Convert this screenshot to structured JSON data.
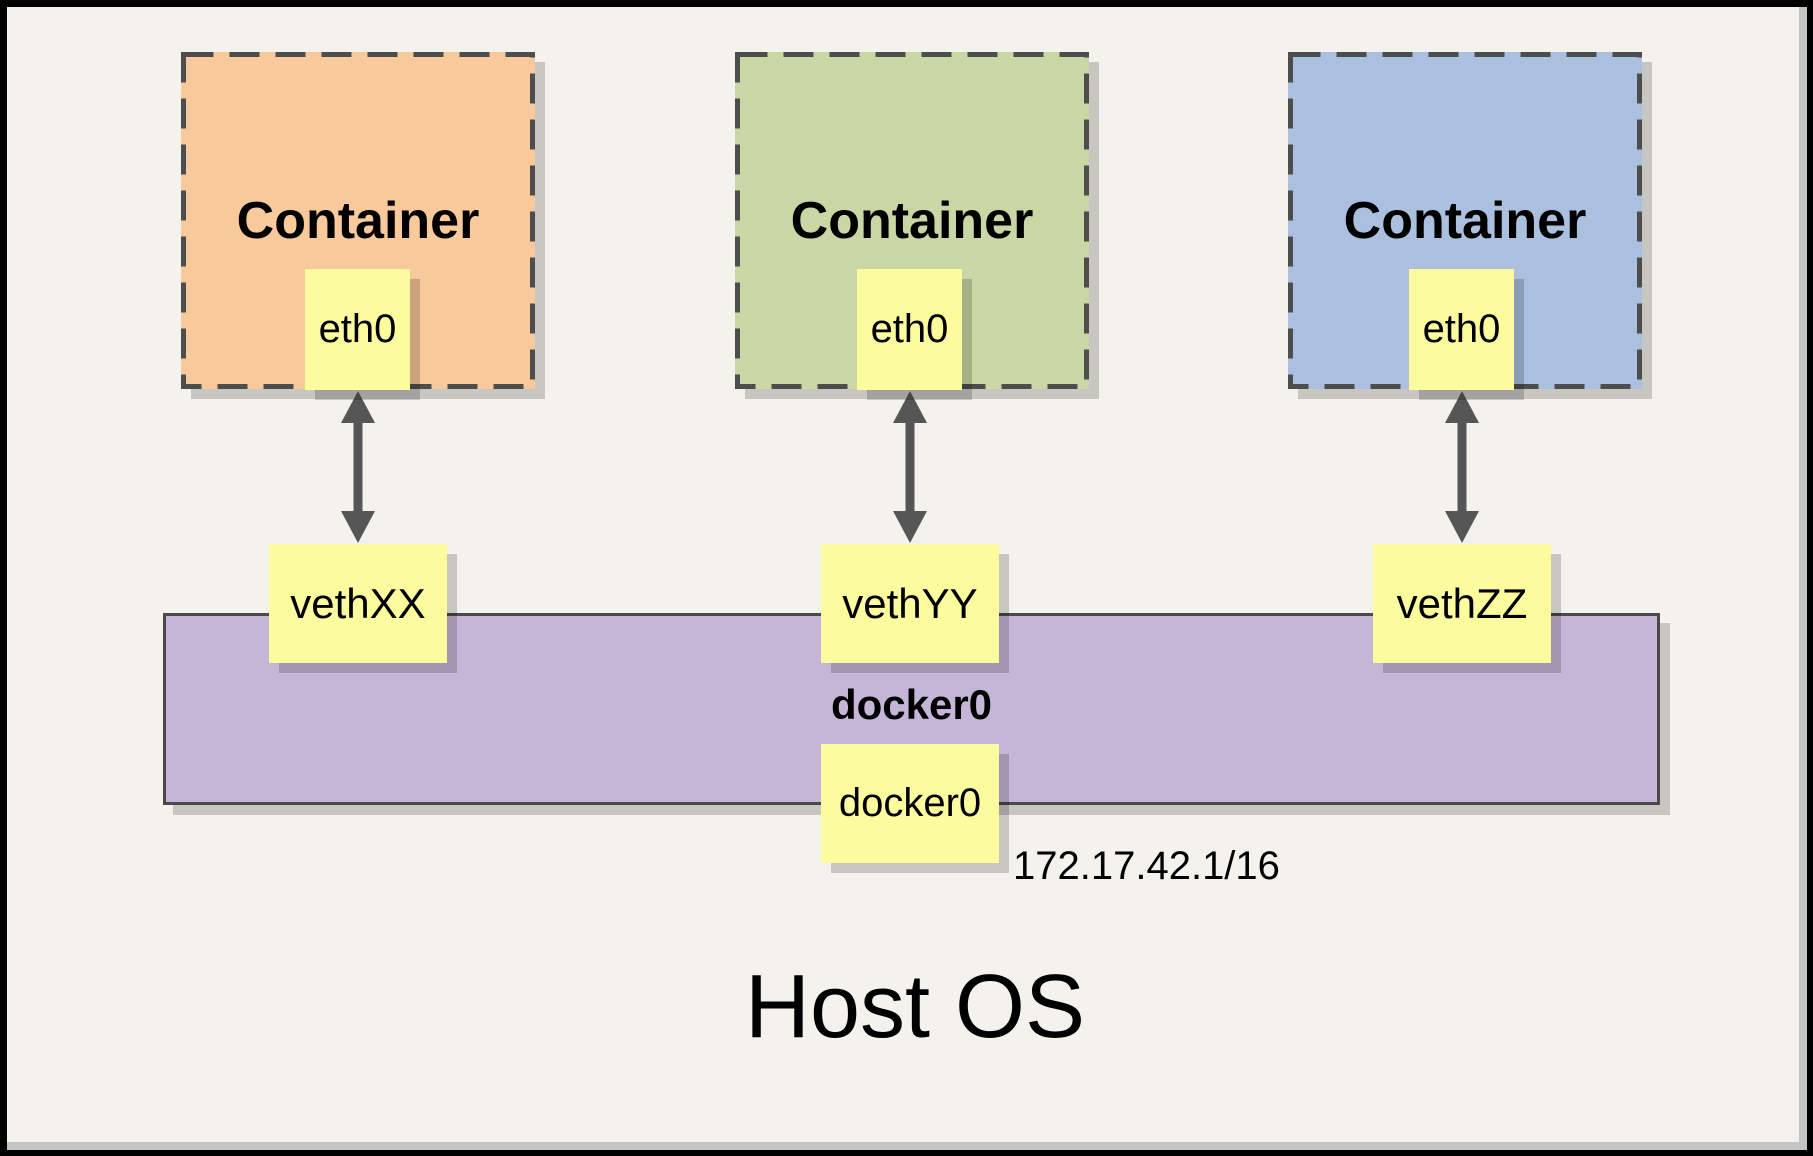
{
  "page": {
    "background": "#F4F2EC",
    "frame_color": "#000000"
  },
  "host": {
    "label": "Host OS"
  },
  "containers": [
    {
      "label": "Container",
      "interface": "eth0",
      "veth": "vethXX",
      "fill": "#F8C99B"
    },
    {
      "label": "Container",
      "interface": "eth0",
      "veth": "vethYY",
      "fill": "#C9D7A4"
    },
    {
      "label": "Container",
      "interface": "eth0",
      "veth": "vethZZ",
      "fill": "#ABC0DF"
    }
  ],
  "bridge": {
    "label": "docker0",
    "interface": "docker0",
    "ip": "172.17.42.1/16",
    "fill": "#C5B6D7"
  },
  "colors": {
    "note_fill": "#FCFC9E",
    "dashed_border": "#4D4D4D",
    "bar_border": "#4A4A4A",
    "arrow": "#565656"
  }
}
